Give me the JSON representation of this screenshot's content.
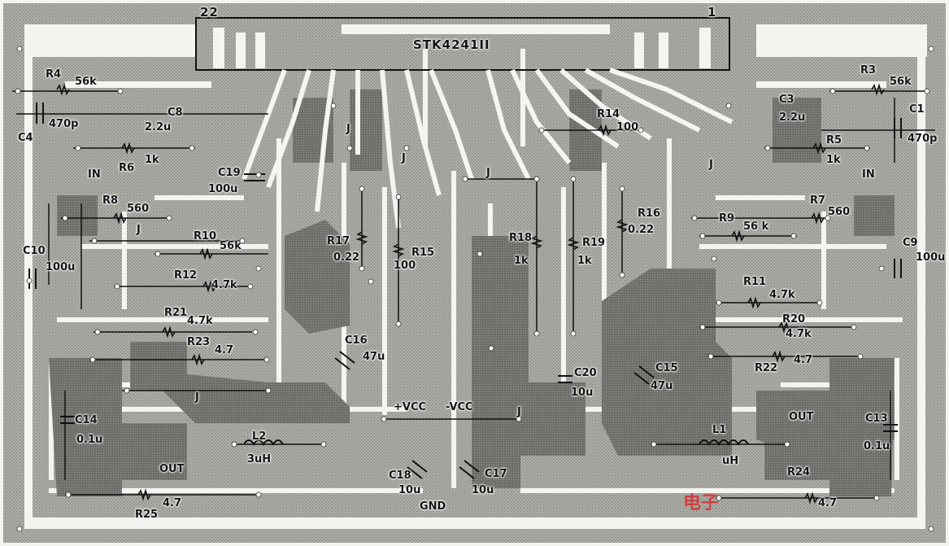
{
  "chip": {
    "part": "STK4241II",
    "pin_left": "22",
    "pin_right": "1"
  },
  "inputs": {
    "left": "IN",
    "right": "IN"
  },
  "outputs": {
    "left": "OUT",
    "right": "OUT"
  },
  "rails": {
    "pos": "+VCC",
    "neg": "-VCC",
    "gnd": "GND"
  },
  "jumper": "J",
  "parts": {
    "R4": "R4",
    "R4v": "56k",
    "R3": "R3",
    "R3v": "56k",
    "R6": "R6",
    "R6v": "1k",
    "R5": "R5",
    "R5v": "1k",
    "R8": "R8",
    "R8v": "560",
    "R7": "R7",
    "R7v": "560",
    "R10": "R10",
    "R10v": "56k",
    "R9": "R9",
    "R9v": "56 k",
    "R12": "R12",
    "R12v": "4.7k",
    "R11": "R11",
    "R11v": "4.7k",
    "R21": "R21",
    "R21v": "4.7k",
    "R20": "R20",
    "R20v": "4.7k",
    "R23": "R23",
    "R23v": "4.7",
    "R22": "R22",
    "R22v": "4.7",
    "R25": "R25",
    "R25v": "4.7",
    "R24": "R24",
    "R24v": "4.7",
    "R14": "R14",
    "R14v": "100",
    "R15": "R15",
    "R15v": "100",
    "R16": "R16",
    "R16v": "0.22",
    "R17": "R17",
    "R17v": "0.22",
    "R18": "R18",
    "R18v": "1k",
    "R19": "R19",
    "R19v": "1k",
    "C4": "C4",
    "C4v": "470p",
    "C1": "C1",
    "C1v": "470p",
    "C8": "C8",
    "C8v": "2.2u",
    "C3": "C3",
    "C3v": "2.2u",
    "C19": "C19",
    "C19v": "100u",
    "C10": "C10",
    "C10v": "100u",
    "C9": "C9",
    "C9v": "100u",
    "C16": "C16",
    "C16v": "47u",
    "C15": "C15",
    "C15v": "47u",
    "C20": "C20",
    "C20v": "10u",
    "C14": "C14",
    "C14v": "0.1u",
    "C13": "C13",
    "C13v": "0.1u",
    "C18": "C18",
    "C18v": "10u",
    "C17": "C17",
    "C17v": "10u",
    "L2": "L2",
    "L2v": "3uH",
    "L1": "L1",
    "L1v": "uH"
  },
  "watermark": "电子"
}
